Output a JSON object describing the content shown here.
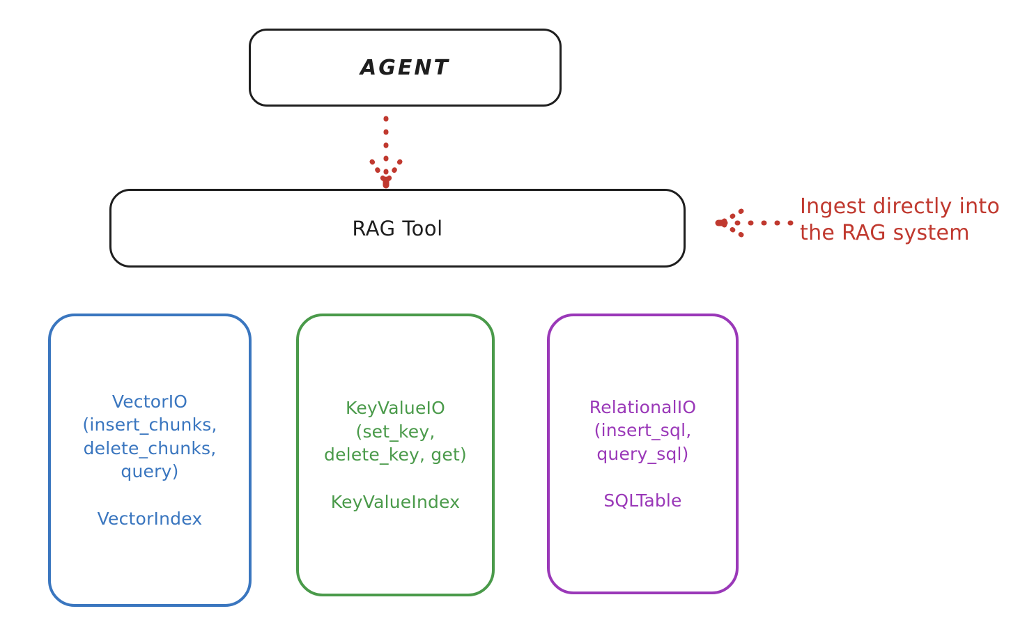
{
  "diagram": {
    "title_node": {
      "label": "AGENT"
    },
    "tool_node": {
      "label": "RAG Tool"
    },
    "providers": [
      {
        "id": "vectorio",
        "label": "VectorIO\n(insert_chunks,\ndelete_chunks,\nquery)",
        "sublabel": "VectorIndex",
        "color": "#3a76bf"
      },
      {
        "id": "keyvalueio",
        "label": "KeyValueIO\n(set_key,\ndelete_key, get)",
        "sublabel": "KeyValueIndex",
        "color": "#4a9a4a"
      },
      {
        "id": "relationalio",
        "label": "RelationalIO\n(insert_sql,\nquery_sql)",
        "sublabel": "SQLTable",
        "color": "#9a38b8"
      }
    ],
    "annotation": {
      "text": "Ingest directly into\nthe RAG system",
      "color": "#c0392f"
    },
    "connectors": [
      {
        "id": "agent-to-rag",
        "style": "dotted-arrow",
        "direction": "down",
        "color": "#c0392f"
      },
      {
        "id": "annotation-to-rag",
        "style": "dotted-arrow",
        "direction": "left",
        "color": "#c0392f"
      }
    ],
    "stroke_dark": "#1e1e1e",
    "background": "#ffffff"
  }
}
